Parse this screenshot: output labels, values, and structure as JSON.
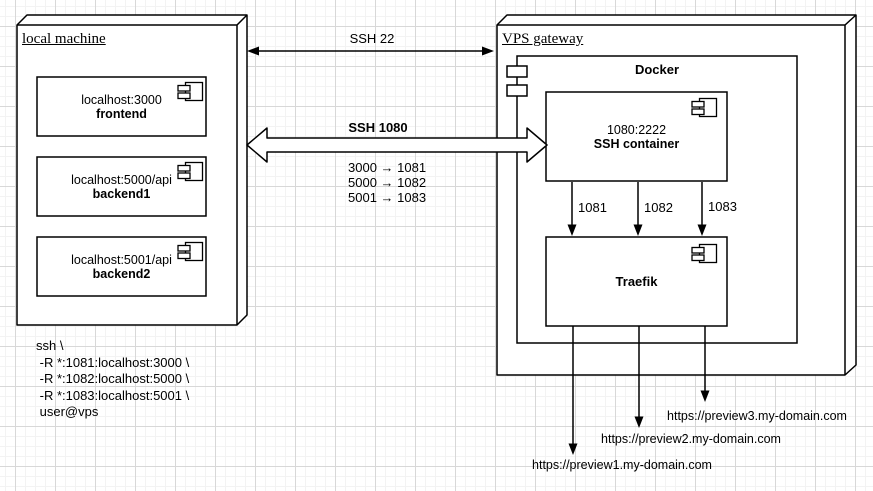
{
  "diagram": {
    "local_machine": {
      "title": "local machine",
      "components": [
        {
          "line1": "localhost:3000",
          "line2": "frontend"
        },
        {
          "line1": "localhost:5000/api",
          "line2": "backend1"
        },
        {
          "line1": "localhost:5001/api",
          "line2": "backend2"
        }
      ]
    },
    "vps_gateway": {
      "title": "VPS gateway",
      "docker": {
        "title": "Docker",
        "ssh_container": {
          "line1": "1080:2222",
          "line2": "SSH container"
        },
        "traefik": {
          "title": "Traefik"
        }
      }
    },
    "connections": {
      "ssh22_label": "SSH 22",
      "ssh1080_label": "SSH 1080",
      "port_mappings": [
        "3000 → 1081",
        "5000 → 1082",
        "5001 → 1083"
      ],
      "container_ports": [
        "1081",
        "1082",
        "1083"
      ],
      "preview_urls": [
        "https://preview1.my-domain.com",
        "https://preview2.my-domain.com",
        "https://preview3.my-domain.com"
      ]
    },
    "ssh_command_lines": [
      "ssh \\",
      " -R *:1081:localhost:3000 \\",
      " -R *:1082:localhost:5000 \\",
      " -R *:1083:localhost:5001 \\",
      " user@vps"
    ]
  },
  "colors": {
    "stroke": "#000000",
    "fill": "#ffffff",
    "grid_minor": "#f3f3f3",
    "grid_major": "#d8d8d8"
  }
}
